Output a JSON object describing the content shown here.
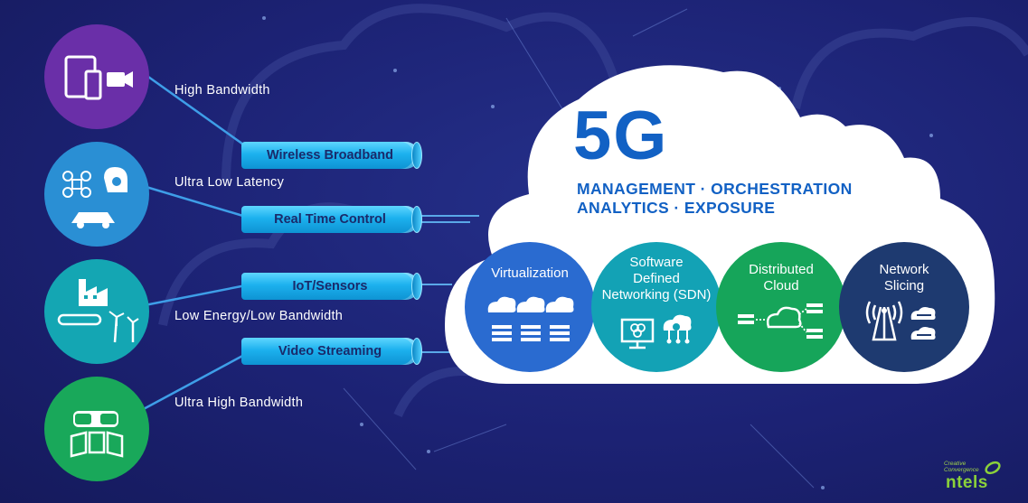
{
  "title": "5G",
  "subtitle": {
    "line1": "MANAGEMENT  ·  ORCHESTRATION",
    "line2": "ANALYTICS  ·  EXPOSURE"
  },
  "use_cases": [
    {
      "label": "High Bandwidth",
      "pipe": "Wireless Broadband",
      "icon": "tablet-phone-video-icon",
      "color": "#6a2fa8"
    },
    {
      "label": "Ultra Low Latency",
      "pipe": "Real Time Control",
      "icon": "drone-robot-car-icon",
      "color": "#2a8fd4"
    },
    {
      "label": "Low Energy/Low Bandwidth",
      "pipe": "IoT/Sensors",
      "icon": "factory-windmill-icon",
      "color": "#14a6b3"
    },
    {
      "label": "Ultra High Bandwidth",
      "pipe": "Video Streaming",
      "icon": "vr-headset-icon",
      "color": "#19a85a"
    }
  ],
  "functions": [
    {
      "label": "Virtualization",
      "icon": "cloud-server-icon",
      "color": "#2a6bd0"
    },
    {
      "label": "Software\nDefined\nNetworking (SDN)",
      "icon": "monitor-network-icon",
      "color": "#13a2b5"
    },
    {
      "label": "Distributed\nCloud",
      "icon": "distributed-server-icon",
      "color": "#16a55a"
    },
    {
      "label": "Network\nSlicing",
      "icon": "antenna-slice-icon",
      "color": "#1e3a70"
    }
  ],
  "logo": {
    "tagline_1": "Creative",
    "tagline_2": "Convergence",
    "name": "ntels",
    "color": "#8bd13a"
  }
}
